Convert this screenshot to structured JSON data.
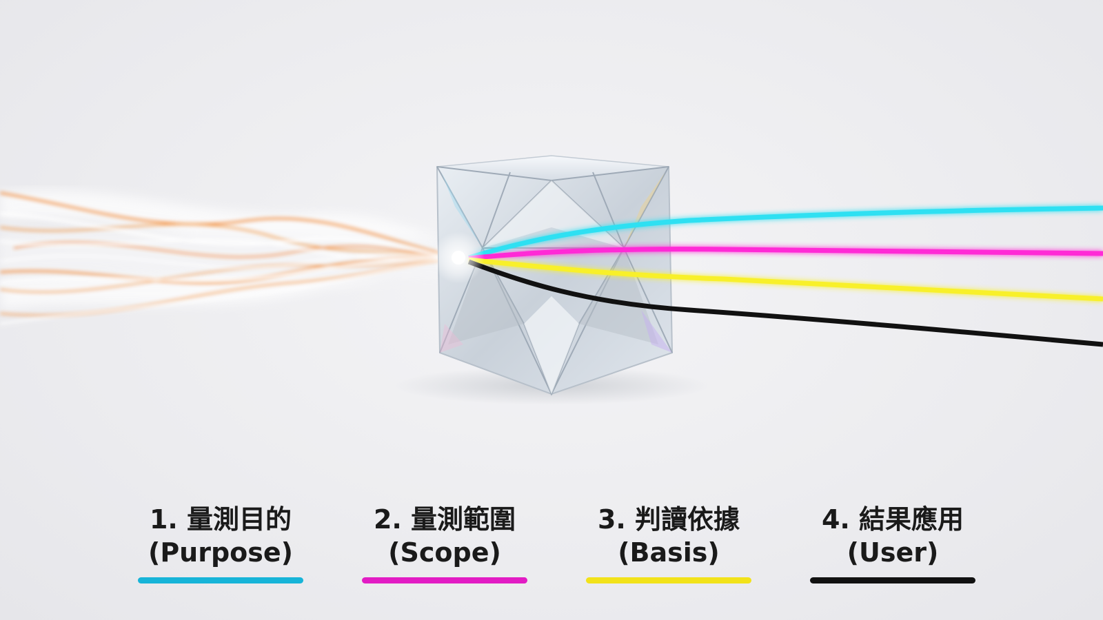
{
  "labels": [
    {
      "title": "1. 量測目的",
      "subtitle": "(Purpose)",
      "color": "#17b4d8"
    },
    {
      "title": "2. 量測範圍",
      "subtitle": "(Scope)",
      "color": "#e21cc4"
    },
    {
      "title": "3. 判讀依據",
      "subtitle": "(Basis)",
      "color": "#f2e21a"
    },
    {
      "title": "4. 結果應用",
      "subtitle": "(User)",
      "color": "#111111"
    }
  ],
  "beams": {
    "incoming": [
      "#f28a3a",
      "#ffffff"
    ],
    "outgoing": [
      "#2ee0f2",
      "#ff2bd6",
      "#f8f02a",
      "#111111"
    ]
  },
  "icons": {
    "prism": "crystal-cube-icon"
  }
}
